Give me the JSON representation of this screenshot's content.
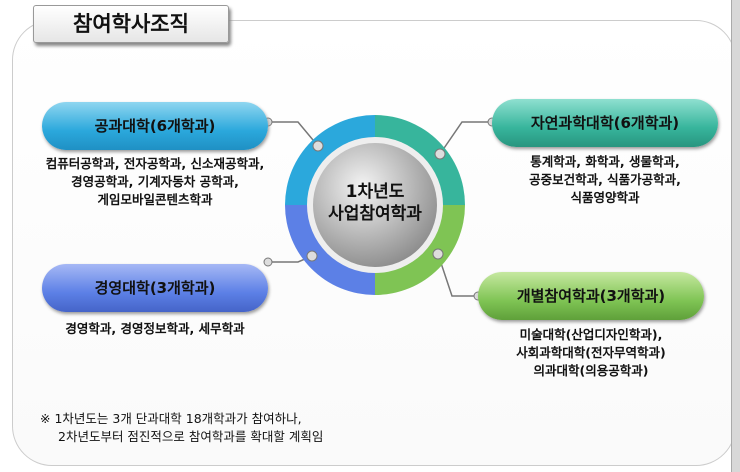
{
  "title": "참여학사조직",
  "center": {
    "line1": "1차년도",
    "line2": "사업참여학과"
  },
  "groups": [
    {
      "label": "공과대학(6개학과)",
      "desc": [
        "컴퓨터공학과, 전자공학과, 신소재공학과,",
        "경영공학과, 기계자동차 공학과,",
        "게임모바일콘텐츠학과"
      ],
      "color": "#2ba8dc"
    },
    {
      "label": "자연과학대학(6개학과)",
      "desc": [
        "통계학과, 화학과, 생물학과,",
        "공중보건학과, 식품가공학과,",
        "식품영양학과"
      ],
      "color": "#37b59c"
    },
    {
      "label": "경영대학(3개학과)",
      "desc": [
        "경영학과, 경영정보학과, 세무학과"
      ],
      "color": "#5c80e6"
    },
    {
      "label": "개별참여학과(3개학과)",
      "desc": [
        "미술대학(산업디자인학과),",
        "사회과학대학(전자무역학과)",
        "의과대학(의용공학과)"
      ],
      "color": "#7fc454"
    }
  ],
  "note": [
    "※ 1차년도는 3개 단과대학 18개학과가 참여하나,",
    "2차년도부터 점진적으로 참여학과를 확대할 계획임"
  ]
}
